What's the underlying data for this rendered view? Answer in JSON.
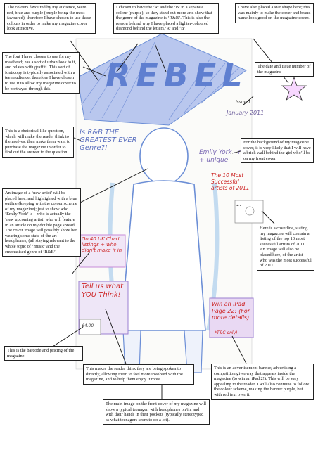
{
  "sketch": {
    "masthead": "REBEL",
    "issue_label": "issue 1",
    "date": "January 2011",
    "headline": "Is R&B THE GREATEST EVER Genre?!",
    "emily_york": "Emily York - new + unique",
    "top10": "The 10 Most Successful artists of 2011",
    "top10_rank": "1.",
    "go40": "Go 40 UK Chart listings + who didn't make it in",
    "tell_us": "Tell us what YOU Think!",
    "barcode_price": "£4.00",
    "win_ipad": "Win an iPad Page 22! (For more details)",
    "star_text": "*T&C only!",
    "colors": {
      "masthead_blue": "#6b8ed6",
      "diamond_purple": "#c78bd8",
      "sky_blue": "#9fc6ea",
      "accent_red": "#cc2222",
      "wall_tan": "#b8a77a"
    }
  },
  "notes": {
    "colours": "The colours favoured by my audience, were red, blue and purple (purple being the most favoured), therefore I have chosen to use these colours in order to make my magazine cover look attractive.",
    "r_and_b": "I chosen to have the ‘R’ and the ‘B’ in a separate colour (purple), so they stand out more and show that the genre of the magazine is ‘R&B’. This is also the reason behind why I have placed a lighter-coloured diamond behind the letters,‘R’ and ‘B’.",
    "star": "I have also placed a star shape here; this was mainly to make the cover and brand name look good on the magazine cover.",
    "font": "The font I have chosen to use for my masthead; has a sort of urban look to it, and relates with graffiti. This sort of font/copy is typically associated with a teen audience; therefore I have chosen to use it to allow my magazine cover to be portrayed through this.",
    "date": "The date and issue number of the magazine",
    "rhetorical": "This is a rhetorical-like question, which will make the reader think to themselves, then make them want to purchase the magazine in order to find out the answer to the question.",
    "background": "For the background of my magazine cover, it is very likely that I will have a brick wall behind the girl who’ll be on my front cover",
    "new_artist": "An image of a ‘new artist’ will be placed here, and highlighted with a blue outline (keeping with the colour scheme of my magazine); just to show who ‘Emily York’ is – who is actually the ‘new upcoming artist’ who will feature in an article on my double page spread. The cover image will possibly show her wearing some state of the art headphones, (all staying relevant to the whole topic of ‘music’ and the emphasised genre of ‘R&B’.",
    "coverline": "Here is a coverline, stating my magazine will contain a listing of the top 10 most successful artists of 2011. An image will also be placed here, of the artist who was the most successful of 2011.",
    "barcode": "This is the barcode and pricing of the magazine.",
    "reader": "This makes the reader think they are being spoken to directly, allowing them to feel more involved with the magazine, and to help them enjoy it more.",
    "advert": "This is an advertisement banner, advertising a competition giveaway that appears inside the magazine (to win an iPad 2!). This will be very appealing to the reader. I will also continue to follow the colour scheme, making the banner purple, but with red text over it.",
    "main_image": "The main image on the front cover of my magazine will show a typical teenager, with headphones on/in, and with their hands in their pockets (typically stereotyped as what teenagers seem to do a lot)."
  }
}
